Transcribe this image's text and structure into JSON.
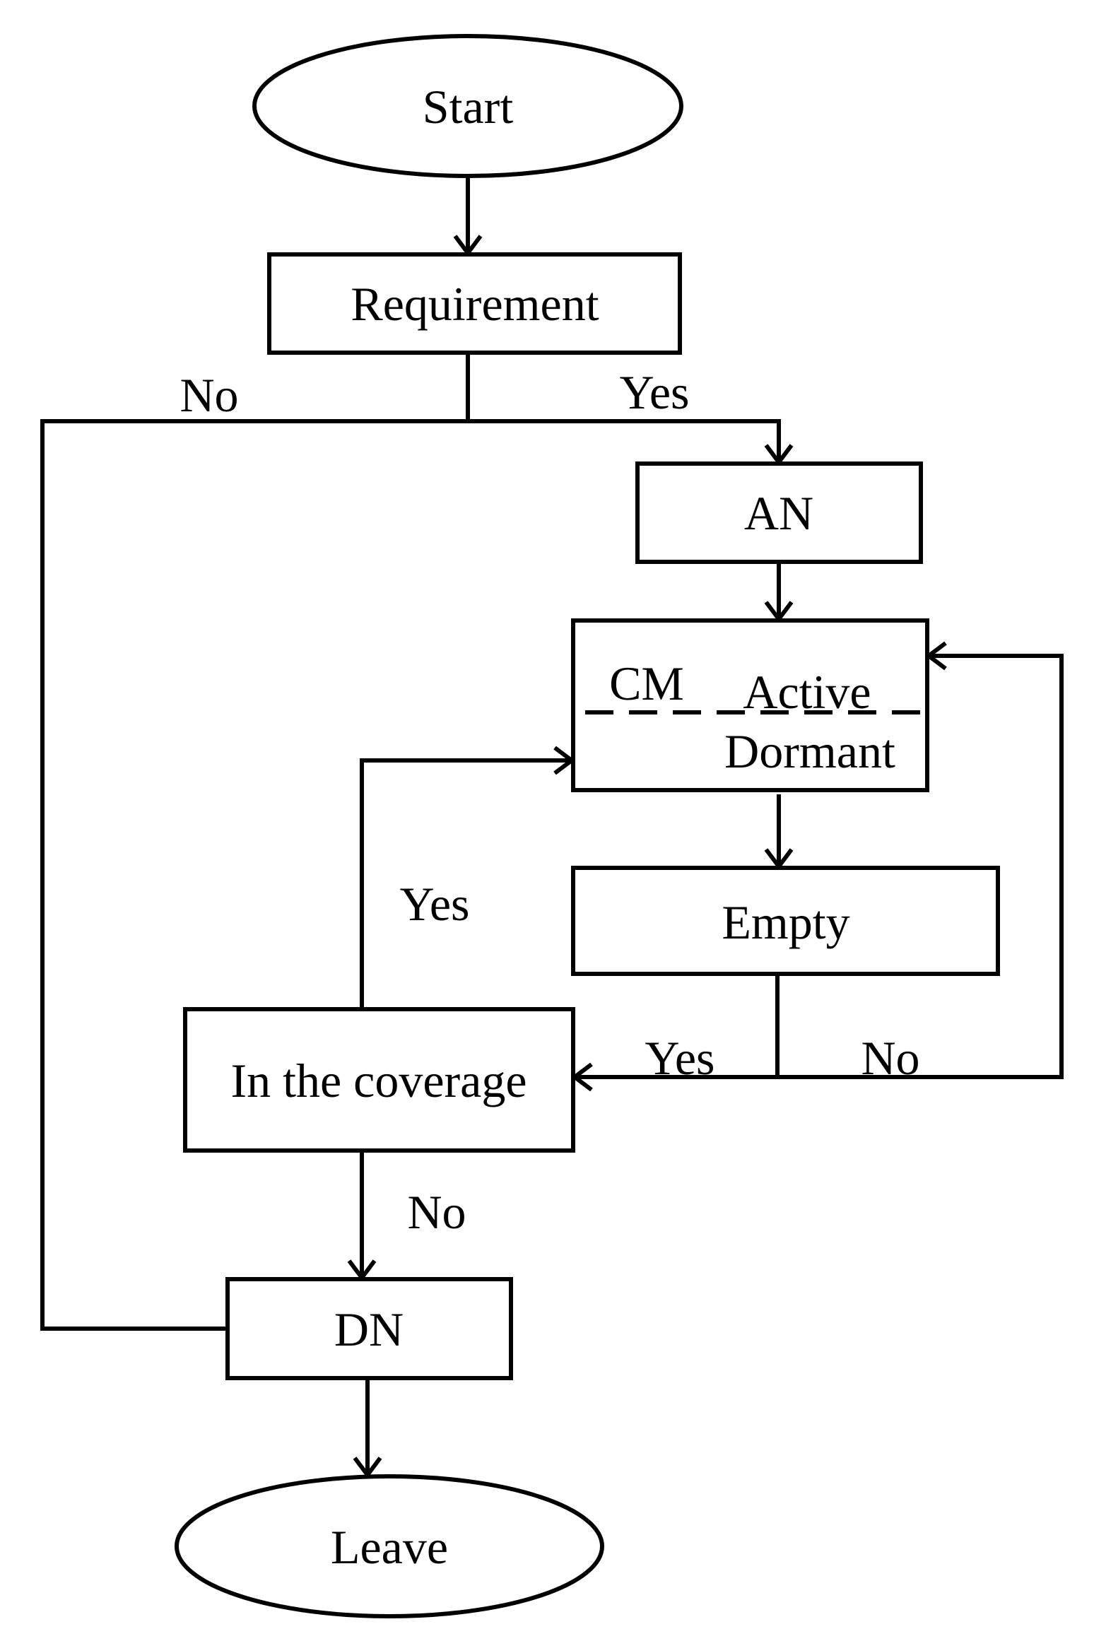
{
  "nodes": {
    "start": "Start",
    "requirement": "Requirement",
    "an": "AN",
    "cm": "CM",
    "active": "Active",
    "dormant": "Dormant",
    "empty": "Empty",
    "coverage": "In the coverage",
    "dn": "DN",
    "leave": "Leave"
  },
  "edges": {
    "req_no": "No",
    "req_yes": "Yes",
    "cov_yes": "Yes",
    "empty_yes": "Yes",
    "empty_no": "No",
    "cov_no": "No"
  }
}
